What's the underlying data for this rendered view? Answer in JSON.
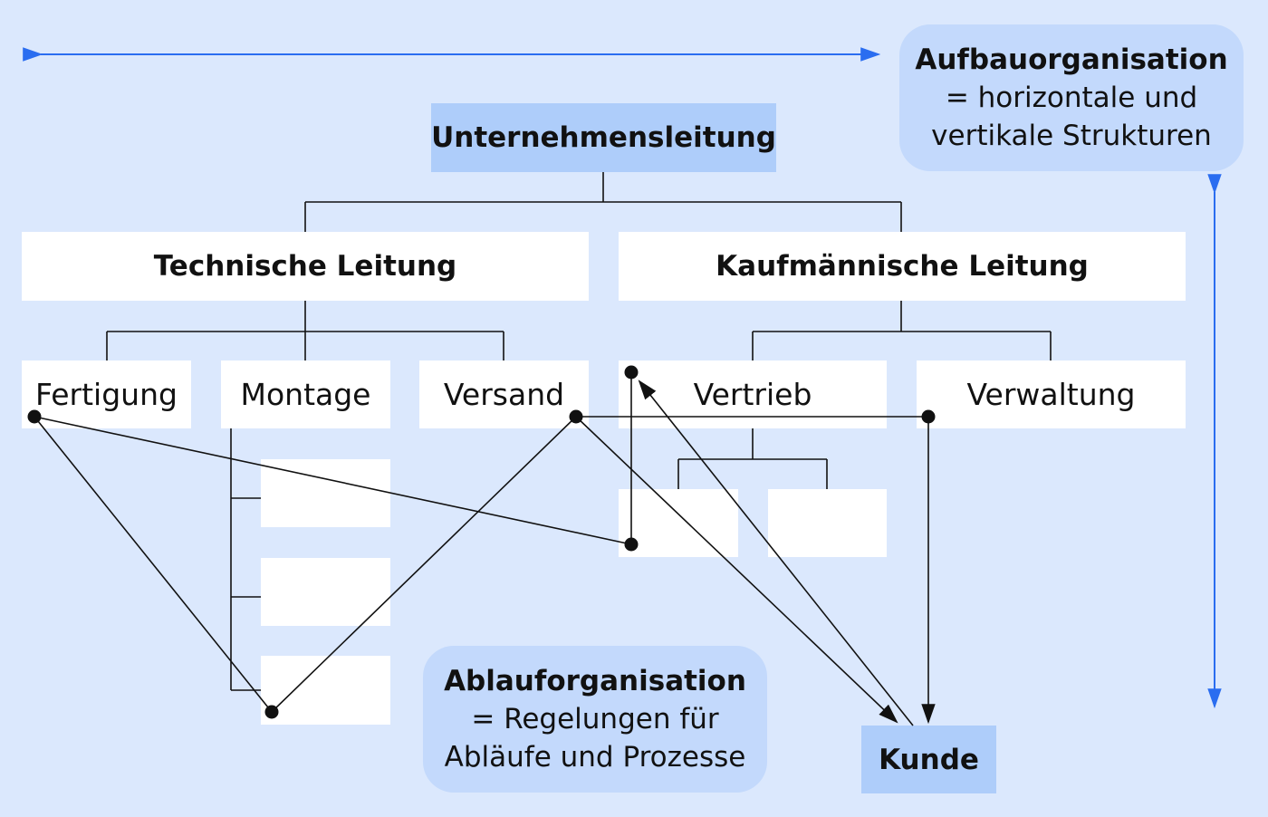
{
  "top": {
    "title": "Unternehmensleitung"
  },
  "divisions": {
    "technical": "Technische Leitung",
    "commercial": "Kaufmännische Leitung"
  },
  "departments": {
    "fertigung": "Fertigung",
    "montage": "Montage",
    "versand": "Versand",
    "vertrieb": "Vertrieb",
    "verwaltung": "Verwaltung"
  },
  "customer": {
    "label": "Kunde"
  },
  "callouts": {
    "aufbau": {
      "title": "Aufbauorganisation",
      "line1": "= horizontale und",
      "line2": "vertikale Strukturen"
    },
    "ablauf": {
      "title": "Ablauforganisation",
      "line1": "= Regelungen für",
      "line2": "Abläufe und Prozesse"
    }
  },
  "colors": {
    "background": "#dbe8fd",
    "highlight_box": "#aecdfa",
    "callout": "#c3d9fc",
    "axis_arrow": "#2a6df0",
    "line": "#111111"
  }
}
